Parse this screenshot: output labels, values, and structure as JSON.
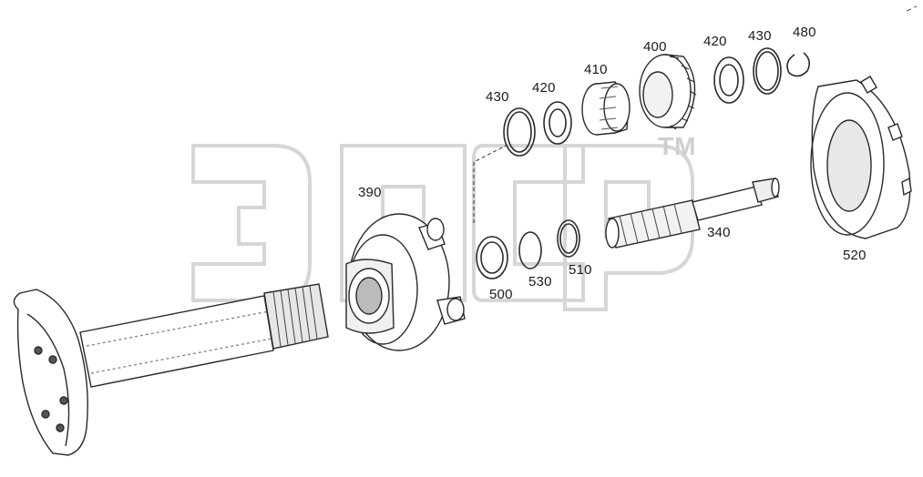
{
  "watermark": {
    "text": "ЭПСР",
    "trademark": "TM",
    "color": "#d8d8d8"
  },
  "parts": [
    {
      "id": "p340",
      "label": "340"
    },
    {
      "id": "p390",
      "label": "390"
    },
    {
      "id": "p400",
      "label": "400"
    },
    {
      "id": "p410",
      "label": "410"
    },
    {
      "id": "p420a",
      "label": "420"
    },
    {
      "id": "p420b",
      "label": "420"
    },
    {
      "id": "p430a",
      "label": "430"
    },
    {
      "id": "p430b",
      "label": "430"
    },
    {
      "id": "p480",
      "label": "480"
    },
    {
      "id": "p500",
      "label": "500"
    },
    {
      "id": "p510",
      "label": "510"
    },
    {
      "id": "p520",
      "label": "520"
    },
    {
      "id": "p530",
      "label": "530"
    }
  ],
  "colors": {
    "line": "#2a2a2a",
    "shade": "#9a9a9a"
  }
}
